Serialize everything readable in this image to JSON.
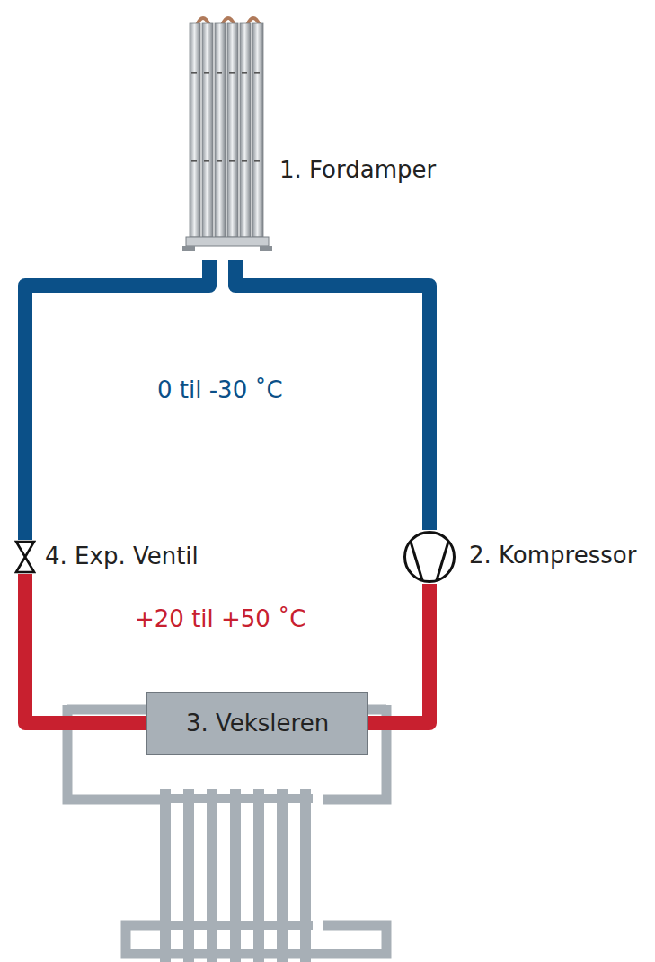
{
  "diagram": {
    "nodes": [
      {
        "text": [
          "1. Fordamper"
        ]
      },
      {
        "text": [
          "2. Kompressor"
        ]
      },
      {
        "text": [
          "3. Veksleren"
        ]
      },
      {
        "text": [
          "4. Exp. Ventil"
        ]
      }
    ],
    "edges": [
      {
        "from": 0,
        "to": 1,
        "arrow": "none"
      },
      {
        "from": 1,
        "to": 2,
        "arrow": "none"
      },
      {
        "from": 2,
        "to": 3,
        "arrow": "none"
      },
      {
        "from": 3,
        "to": 0,
        "arrow": "none"
      }
    ],
    "labels": [
      "0 til -30 ˚C",
      "+20 til +50 ˚C"
    ]
  }
}
